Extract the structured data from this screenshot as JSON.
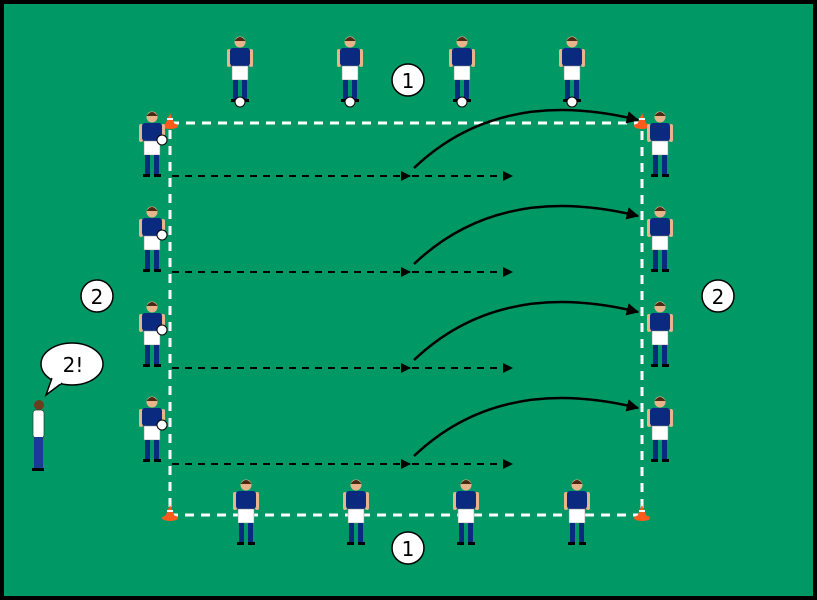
{
  "diagram": {
    "labels": {
      "group_top": "1",
      "group_bottom": "1",
      "group_left": "2",
      "group_right": "2"
    },
    "coach_call": "2!",
    "colors": {
      "pitch": "#009966",
      "border": "#000000",
      "shirt": "#0a2a80",
      "shorts": "#ffffff",
      "cone": "#ff5a1a",
      "line": "#ffffff",
      "arrow": "#000000"
    }
  }
}
